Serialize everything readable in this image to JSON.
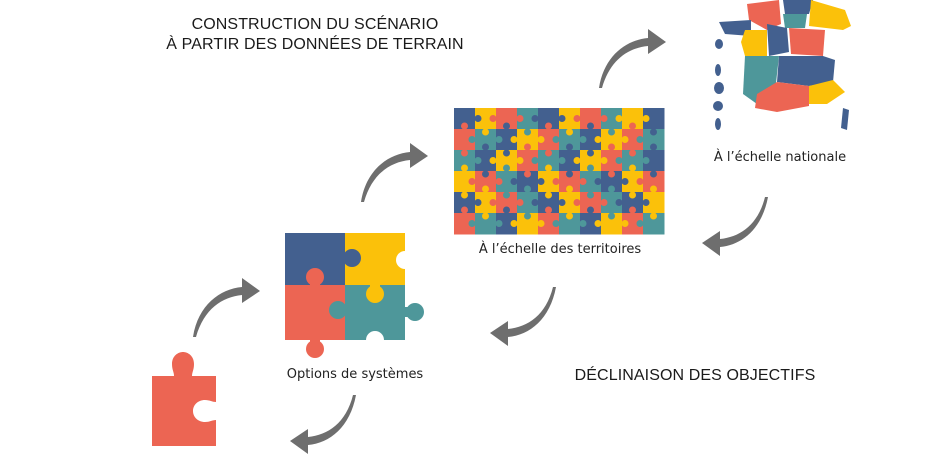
{
  "headings": {
    "top_line1": "CONSTRUCTION DU SCÉNARIO",
    "top_line2": "À PARTIR DES DONNÉES DE TERRAIN",
    "bottom": "DÉCLINAISON DES OBJECTIFS"
  },
  "captions": {
    "systems": "Options de systèmes",
    "territories": "À l’échelle des territoires",
    "national": "À l’échelle nationale"
  },
  "colors": {
    "blue": "#43608f",
    "yellow": "#fbc10a",
    "red": "#ec6553",
    "teal": "#4e979a",
    "arrow": "#6e6e6e"
  },
  "territory_grid": [
    [
      "B",
      "Y",
      "R",
      "T",
      "B",
      "Y",
      "R",
      "T",
      "Y",
      "B"
    ],
    [
      "R",
      "T",
      "B",
      "Y",
      "R",
      "T",
      "B",
      "Y",
      "R",
      "T"
    ],
    [
      "T",
      "B",
      "Y",
      "R",
      "T",
      "B",
      "Y",
      "R",
      "T",
      "B"
    ],
    [
      "Y",
      "R",
      "T",
      "B",
      "Y",
      "R",
      "T",
      "B",
      "Y",
      "R"
    ],
    [
      "B",
      "Y",
      "R",
      "T",
      "B",
      "Y",
      "R",
      "T",
      "B",
      "Y"
    ],
    [
      "R",
      "T",
      "B",
      "Y",
      "R",
      "T",
      "B",
      "Y",
      "R",
      "T"
    ]
  ],
  "icons": {
    "single_piece": "puzzle-piece-icon",
    "four_pieces": "four-piece-puzzle-icon",
    "territory_puzzle": "territory-puzzle-grid-icon",
    "france_map": "france-regions-map-icon",
    "arrow": "curved-arrow-icon"
  }
}
